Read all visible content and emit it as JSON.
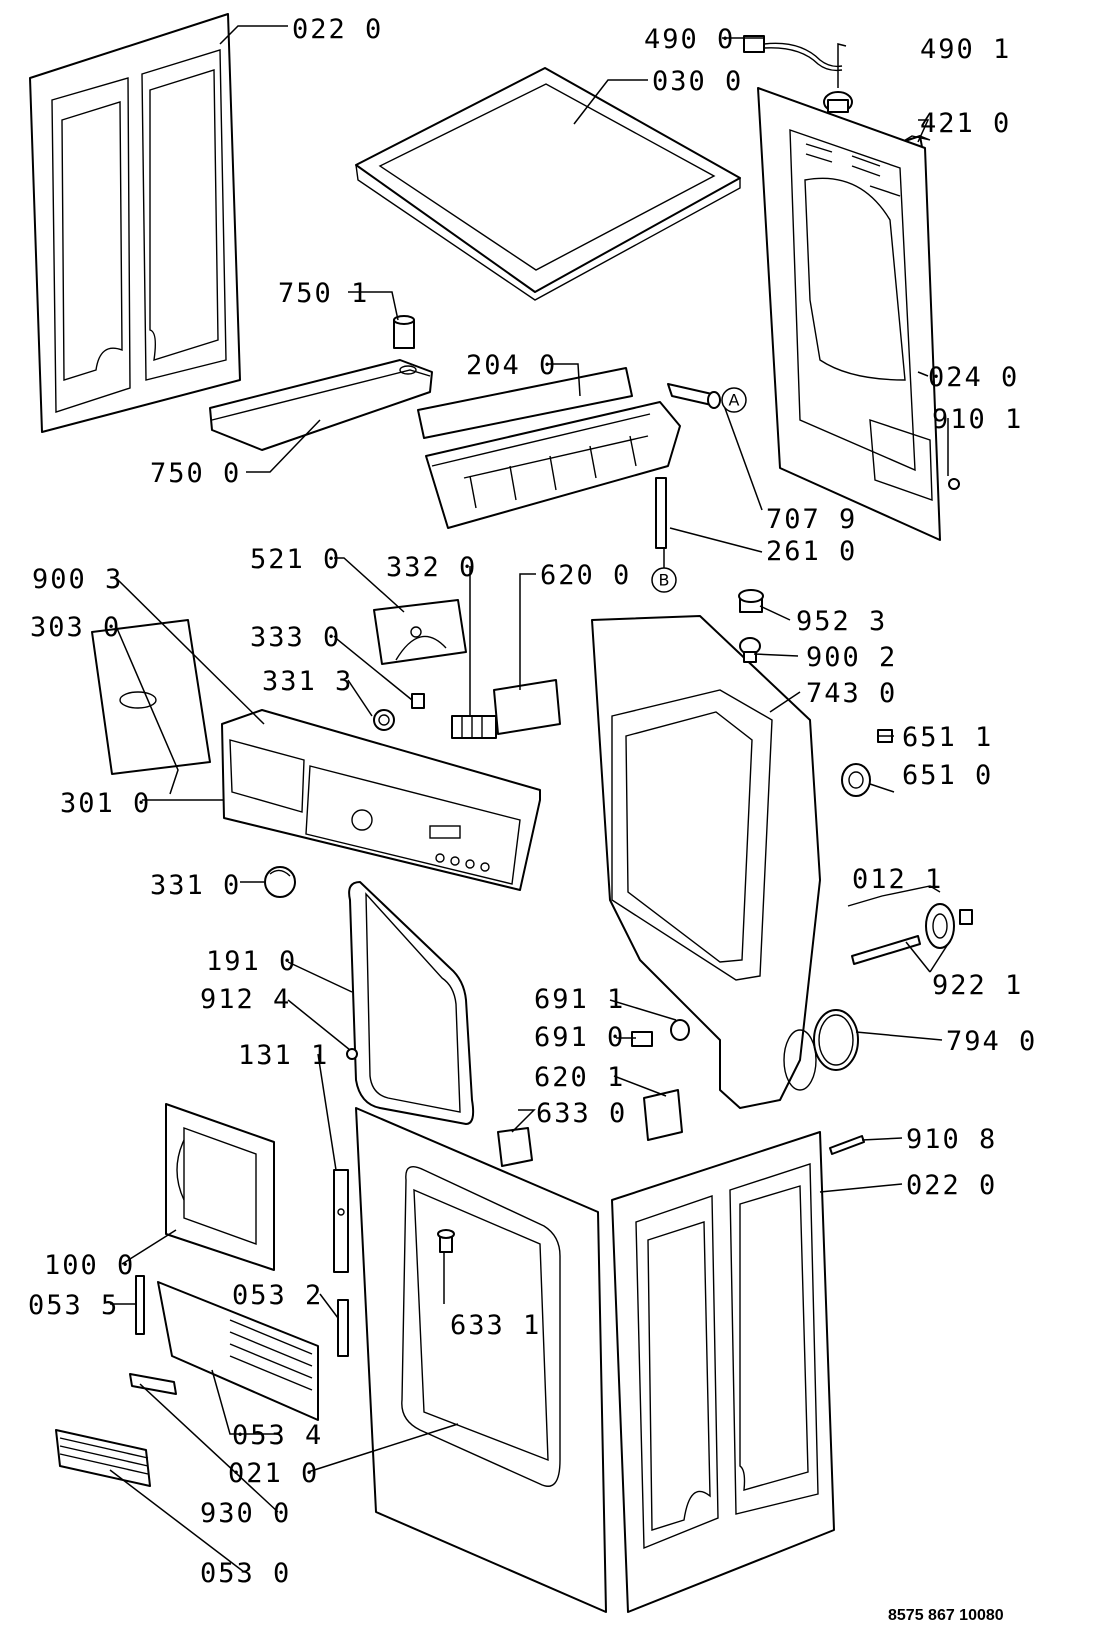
{
  "labels": {
    "p0220_top": "022 0",
    "p4900": "490 0",
    "p4901": "490 1",
    "p0300": "030 0",
    "p4210": "421 0",
    "p7501": "750 1",
    "p2040": "204 0",
    "p0240": "024 0",
    "p9101": "910 1",
    "p7500": "750 0",
    "p7079": "707 9",
    "p2610": "261 0",
    "p5210": "521 0",
    "p3320": "332 0",
    "p6200": "620 0",
    "p9003": "900 3",
    "p3030": "303 0",
    "p3330": "333 0",
    "p3313": "331 3",
    "p9523": "952 3",
    "p9002": "900 2",
    "p7430": "743 0",
    "p6511": "651 1",
    "p6510": "651 0",
    "p3010": "301 0",
    "p3310": "331 0",
    "p0121": "012 1",
    "p1910": "191 0",
    "p9221": "922 1",
    "p9124": "912 4",
    "p6911": "691 1",
    "p6910": "691 0",
    "p7940": "794 0",
    "p1311": "131 1",
    "p6201": "620 1",
    "p6330": "633 0",
    "p9108": "910 8",
    "p0220_bot": "022 0",
    "p1000": "100 0",
    "p0535": "053 5",
    "p0532": "053 2",
    "p6331": "633 1",
    "p0534": "053 4",
    "p0210": "021 0",
    "p9300": "930 0",
    "p0530": "053 0"
  },
  "callouts": {
    "a": "A",
    "b": "B"
  },
  "document_number": "8575 867 10080"
}
